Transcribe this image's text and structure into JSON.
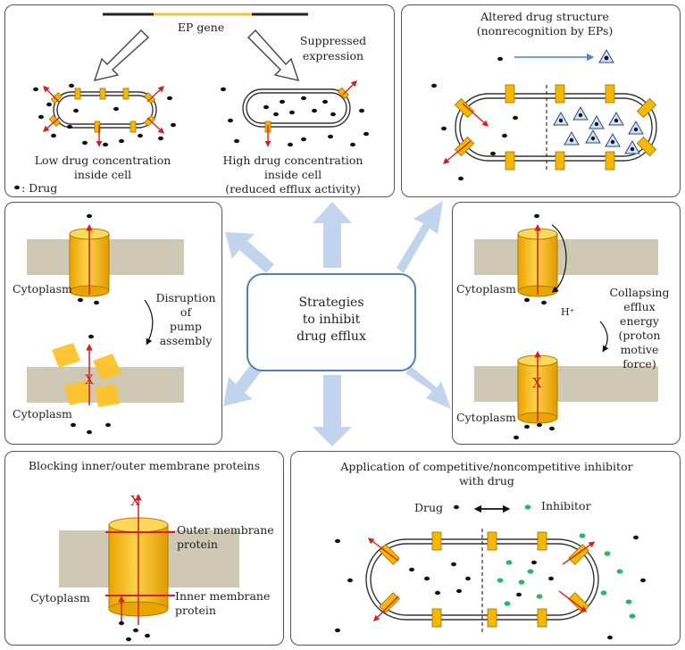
{
  "center": {
    "line1": "Strategies",
    "line2": "to inhibit",
    "line3": "drug efflux"
  },
  "panel_top_left": {
    "gene_label": "EP gene",
    "suppressed_line1": "Suppressed",
    "suppressed_line2": "expression",
    "low_line1": "Low drug concentration",
    "low_line2": "inside cell",
    "high_line1": "High drug concentration",
    "high_line2": "inside cell",
    "high_line3": "(reduced efflux activity)",
    "legend_drug": ": Drug"
  },
  "panel_top_right": {
    "title_line1": "Altered drug structure",
    "title_line2": "(nonrecognition by EPs)"
  },
  "panel_mid_left": {
    "cytoplasm_top": "Cytoplasm",
    "cytoplasm_bottom": "Cytoplasm",
    "disruption_line1": "Disruption",
    "disruption_line2": "of",
    "disruption_line3": "pump",
    "disruption_line4": "assembly",
    "x_mark": "X"
  },
  "panel_mid_right": {
    "cytoplasm_top": "Cytoplasm",
    "cytoplasm_bottom": "Cytoplasm",
    "proton": "H⁺",
    "collapse_line1": "Collapsing",
    "collapse_line2": "efflux",
    "collapse_line3": "energy",
    "collapse_line4": "(proton",
    "collapse_line5": "motive",
    "collapse_line6": "force)",
    "x_mark": "X"
  },
  "panel_bottom_left": {
    "title": "Blocking inner/outer membrane proteins",
    "outer_line1": "Outer membrane",
    "outer_line2": "protein",
    "inner_line1": "Inner membrane",
    "inner_line2": "protein",
    "cytoplasm": "Cytoplasm",
    "x_mark": "X"
  },
  "panel_bottom_right": {
    "title_line1": "Application of competitive/noncompetitive inhibitor",
    "title_line2": "with drug",
    "drug": "Drug",
    "inhibitor": "Inhibitor"
  },
  "colors": {
    "pump": "#f5b800",
    "pump_edge": "#b07a00",
    "arrow_red": "#d42020",
    "membrane": "#cfc8b4",
    "center_border": "#4f80b8",
    "inhibitor": "#27b567",
    "drug": "#111111",
    "blue_arrow": "#b7cdea"
  }
}
